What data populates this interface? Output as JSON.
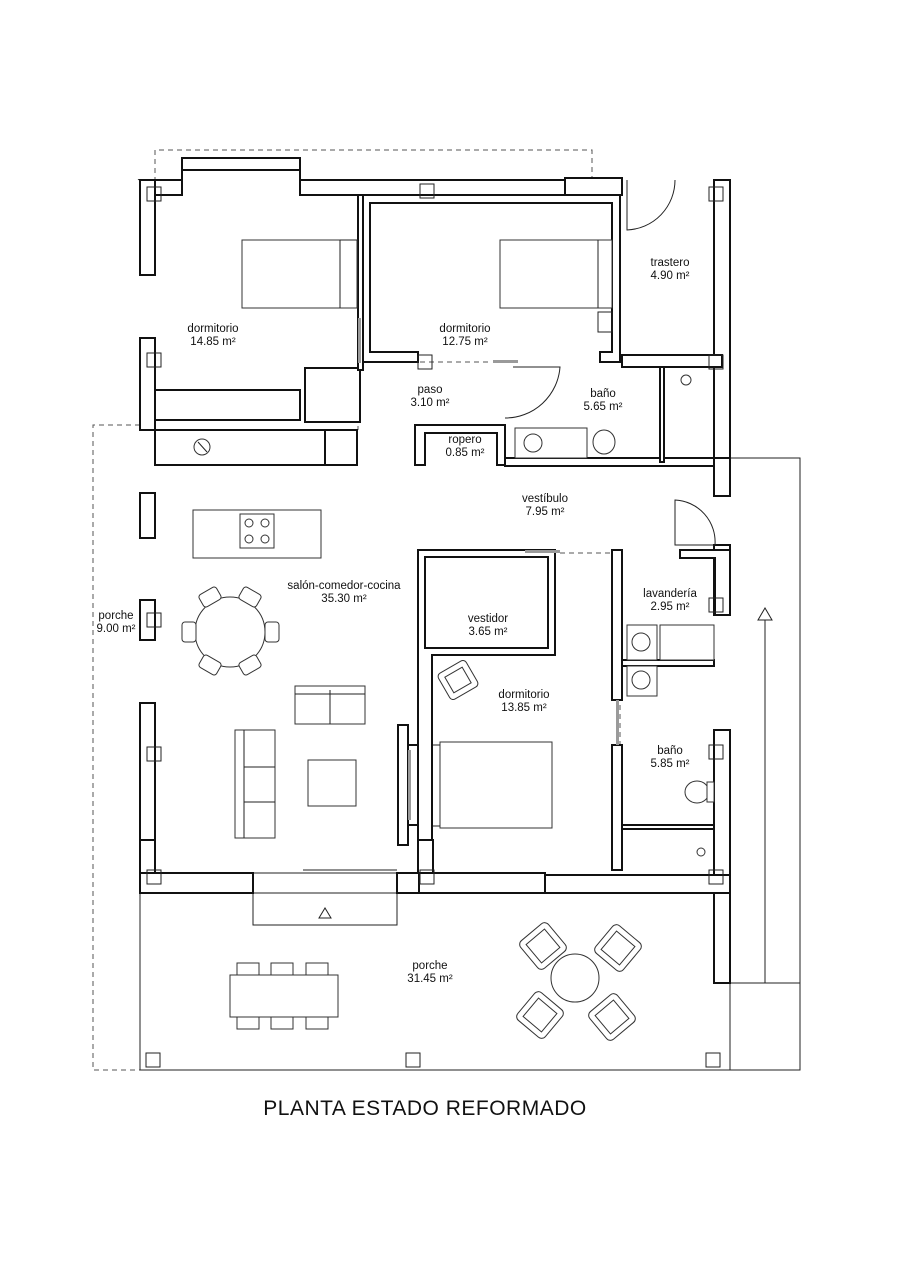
{
  "title": "PLANTA ESTADO REFORMADO",
  "rooms": [
    {
      "name": "dormitorio",
      "area": "14.85 m²"
    },
    {
      "name": "dormitorio",
      "area": "12.75 m²"
    },
    {
      "name": "trastero",
      "area": "4.90 m²"
    },
    {
      "name": "paso",
      "area": "3.10 m²"
    },
    {
      "name": "baño",
      "area": "5.65 m²"
    },
    {
      "name": "ropero",
      "area": "0.85 m²"
    },
    {
      "name": "vestíbulo",
      "area": "7.95 m²"
    },
    {
      "name": "salón-comedor-cocina",
      "area": "35.30 m²"
    },
    {
      "name": "porche",
      "area": "9.00 m²"
    },
    {
      "name": "lavandería",
      "area": "2.95 m²"
    },
    {
      "name": "vestidor",
      "area": "3.65 m²"
    },
    {
      "name": "dormitorio",
      "area": "13.85 m²"
    },
    {
      "name": "baño",
      "area": "5.85 m²"
    },
    {
      "name": "porche",
      "area": "31.45 m²"
    }
  ]
}
